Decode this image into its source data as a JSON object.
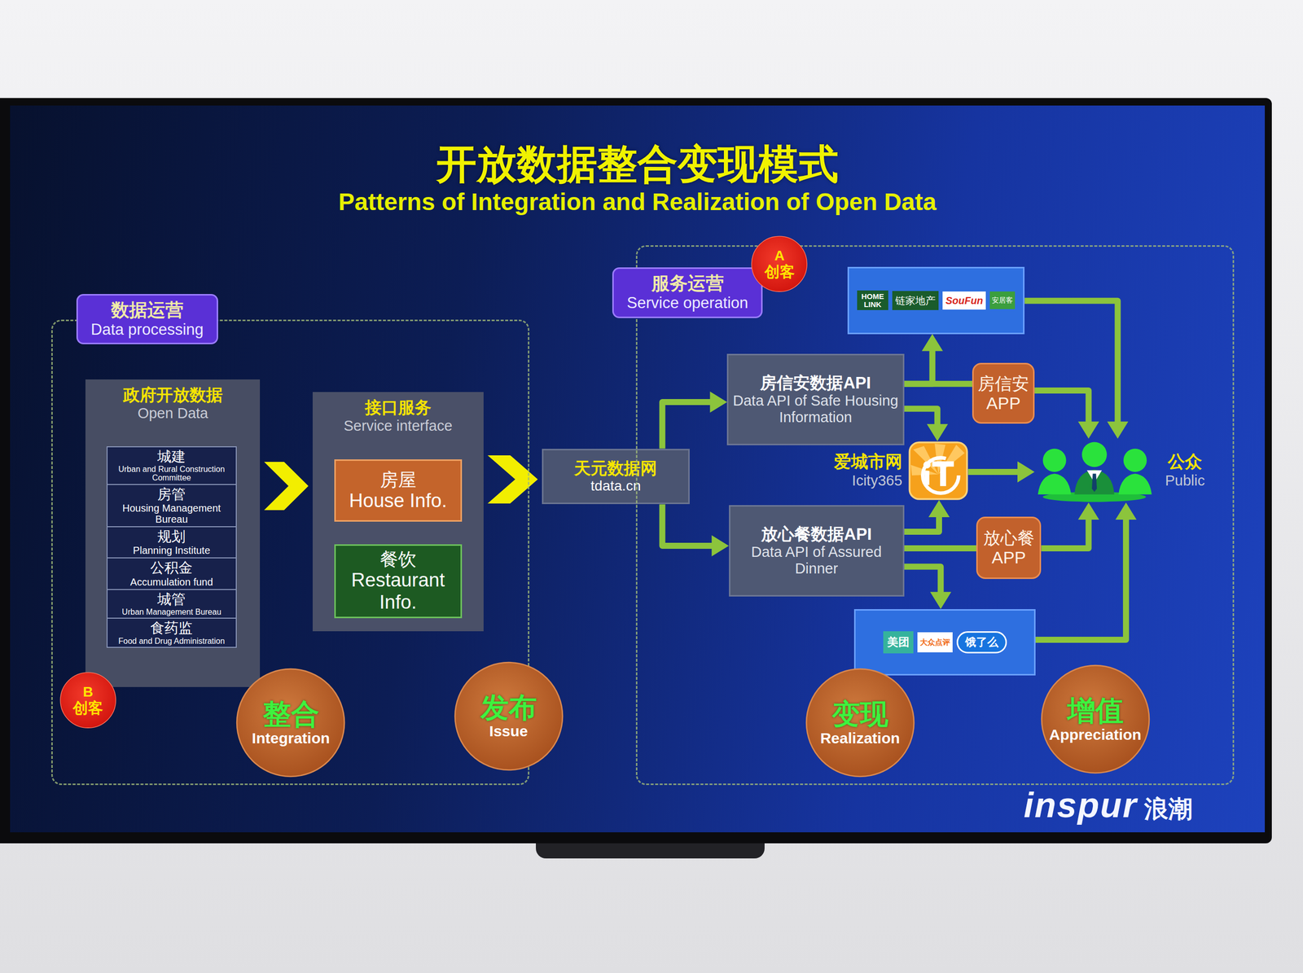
{
  "diagram": {
    "title": "开放数据整合变现模式",
    "nodes": [
      {
        "text": [
          "数据运营",
          "Data processing"
        ]
      },
      {
        "text": [
          "政府开放数据",
          "Open Data"
        ],
        "in": 0
      },
      {
        "text": [
          "城建",
          "Urban and Rural Construction Committee"
        ],
        "in": 1
      },
      {
        "text": [
          "房管",
          "Housing Management Bureau"
        ],
        "in": 1
      },
      {
        "text": [
          "规划",
          "Planning Institute"
        ],
        "in": 1
      },
      {
        "text": [
          "公积金",
          "Accumulation fund"
        ],
        "in": 1
      },
      {
        "text": [
          "城管",
          "Urban Management Bureau"
        ],
        "in": 1
      },
      {
        "text": [
          "食药监",
          "Food and Drug Administration"
        ],
        "in": 1
      },
      {
        "text": [
          "接口服务",
          "Service interface"
        ],
        "in": 0
      },
      {
        "text": [
          "房屋",
          "House Info."
        ],
        "in": 8
      },
      {
        "text": [
          "餐饮",
          "Restaurant Info."
        ],
        "in": 8
      },
      {
        "text": [
          "整合",
          "Integration"
        ],
        "in": 0
      },
      {
        "text": [
          "发布",
          "Issue"
        ],
        "in": 0
      },
      {
        "text": [
          "B",
          "创客"
        ]
      },
      {
        "text": [
          "天元数据网",
          "tdata.cn"
        ]
      },
      {
        "text": [
          "服务运营",
          "Service operation"
        ]
      },
      {
        "text": [
          "A",
          "创客"
        ]
      },
      {
        "text": [
          "房信安数据API",
          "Data API of Safe Housing Information"
        ],
        "in": 15
      },
      {
        "text": [
          "放心餐数据API",
          "Data API of Assured Dinner"
        ],
        "in": 15
      },
      {
        "text": [
          "HOME LINK",
          "链家地产",
          "SouFun",
          "安居客"
        ],
        "in": 15
      },
      {
        "text": [
          "房信安",
          "APP"
        ],
        "in": 15
      },
      {
        "text": [
          "爱城市网",
          "Icity365"
        ],
        "in": 15
      },
      {
        "text": [
          "放心餐",
          "APP"
        ],
        "in": 15
      },
      {
        "text": [
          "美团",
          "大众点评",
          "饿了么"
        ],
        "in": 15
      },
      {
        "text": [
          "公众",
          "Public"
        ],
        "in": 15
      },
      {
        "text": [
          "变现",
          "Realization"
        ],
        "in": 15
      },
      {
        "text": [
          "增值",
          "Appreciation"
        ],
        "in": 15
      }
    ],
    "edges": [
      {
        "from": 1,
        "to": 8,
        "arrow": "to"
      },
      {
        "from": 8,
        "to": 14,
        "arrow": "to"
      },
      {
        "from": 14,
        "to": 17,
        "arrow": "to"
      },
      {
        "from": 14,
        "to": 18,
        "arrow": "to"
      },
      {
        "from": 17,
        "to": 19,
        "arrow": "to"
      },
      {
        "from": 17,
        "to": 20,
        "arrow": "none"
      },
      {
        "from": 17,
        "to": 21,
        "arrow": "to"
      },
      {
        "from": 20,
        "to": 24,
        "arrow": "to"
      },
      {
        "from": 19,
        "to": 24,
        "arrow": "to"
      },
      {
        "from": 21,
        "to": 24,
        "arrow": "to"
      },
      {
        "from": 18,
        "to": 21,
        "arrow": "to"
      },
      {
        "from": 18,
        "to": 22,
        "arrow": "none"
      },
      {
        "from": 22,
        "to": 24,
        "arrow": "to"
      },
      {
        "from": 18,
        "to": 23,
        "arrow": "to"
      },
      {
        "from": 23,
        "to": 24,
        "arrow": "to"
      }
    ],
    "labels": [
      "Patterns of Integration and Realization of Open Data",
      "inspur",
      "浪潮"
    ]
  }
}
